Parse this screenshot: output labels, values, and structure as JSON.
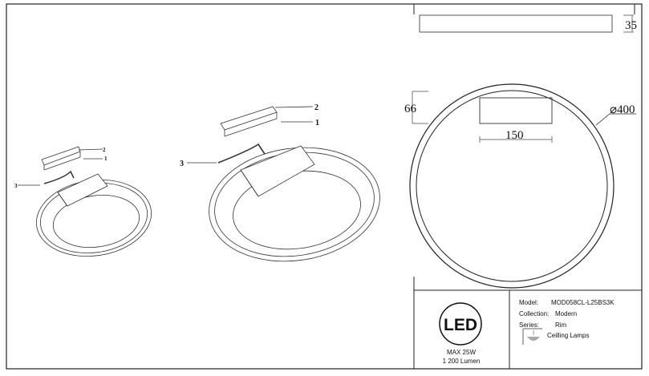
{
  "dimensions": {
    "height": "35",
    "box_height": "66",
    "box_width": "150",
    "diameter": "⌀400"
  },
  "callouts": {
    "small": [
      "1",
      "2",
      "3"
    ],
    "large": [
      "1",
      "2",
      "3"
    ]
  },
  "title_block": {
    "logo_text": "LED",
    "max_power": "MAX 25W",
    "lumen": "1 200 Lumen",
    "model_label": "Model:",
    "model_value": "MOD058CL-L25BS3K",
    "collection_label": "Collection:",
    "collection_value": "Modern",
    "series_label": "Series:",
    "series_value": "Rim",
    "category": "Ceilling Lamps"
  }
}
